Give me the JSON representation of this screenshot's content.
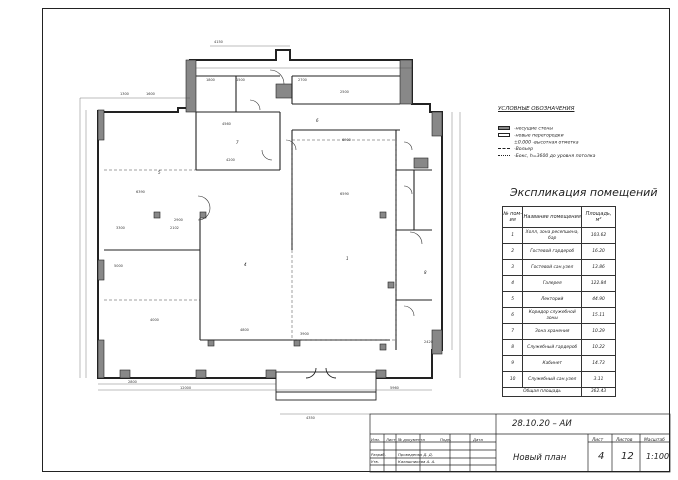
{
  "plan": {
    "dims": [
      "4150",
      "1300",
      "1600",
      "1800",
      "1500",
      "2700",
      "2500",
      "4560",
      "4200",
      "6900",
      "6390",
      "6590",
      "2900",
      "2102",
      "3300",
      "4000",
      "4800",
      "3900",
      "2800",
      "12000",
      "5960",
      "4350",
      "2420",
      "5000"
    ],
    "rooms": [
      "5",
      "4",
      "1",
      "6",
      "8",
      "7"
    ]
  },
  "legend": {
    "title": "УСЛОВНЫЕ ОБОЗНАЧЕНИЯ",
    "items": [
      "-несущие стены",
      "-новые перегородки",
      "±0.000 -высотная отметка",
      "-Вольер",
      "-Бокс, h=3600 до уровня потолка"
    ]
  },
  "explication": {
    "title": "Экспликация помещений",
    "headers": [
      "№ пом-ия",
      "Название помещения",
      "Площадь, м²"
    ],
    "rows": [
      [
        "1",
        "Холл, зона ресепшена, бар",
        "103.62"
      ],
      [
        "2",
        "Гостевой гардероб",
        "16.20"
      ],
      [
        "3",
        "Гостевой сан.узел",
        "13.86"
      ],
      [
        "4",
        "Галерея",
        "122.84"
      ],
      [
        "5",
        "Лекторий",
        "44.90"
      ],
      [
        "6",
        "Коридор служебной зоны",
        "15.11"
      ],
      [
        "7",
        "Зона хранения",
        "10.29"
      ],
      [
        "8",
        "Служебный гардероб",
        "10.22"
      ],
      [
        "9",
        "Кабинет",
        "14.73"
      ],
      [
        "10",
        "Служебный сан.узел",
        "3.11"
      ]
    ],
    "total_label": "Общая площадь",
    "total_value": "362.43"
  },
  "title_block": {
    "code": "28.10.20 – АИ",
    "title": "Новый план",
    "sheet_label": "Лист",
    "sheets_label": "Листов",
    "scale_label": "Масштаб",
    "sheet": "4",
    "sheets": "12",
    "scale": "1:100",
    "stamp_cols": [
      "Изм.",
      "Лист",
      "№ документа",
      "Подп.",
      "Дата"
    ],
    "developed_label": "Разраб.",
    "developed_name": "Проведенко Д. Д.",
    "checked_label": "Утв.",
    "checked_name": "Калашникова А. А."
  }
}
